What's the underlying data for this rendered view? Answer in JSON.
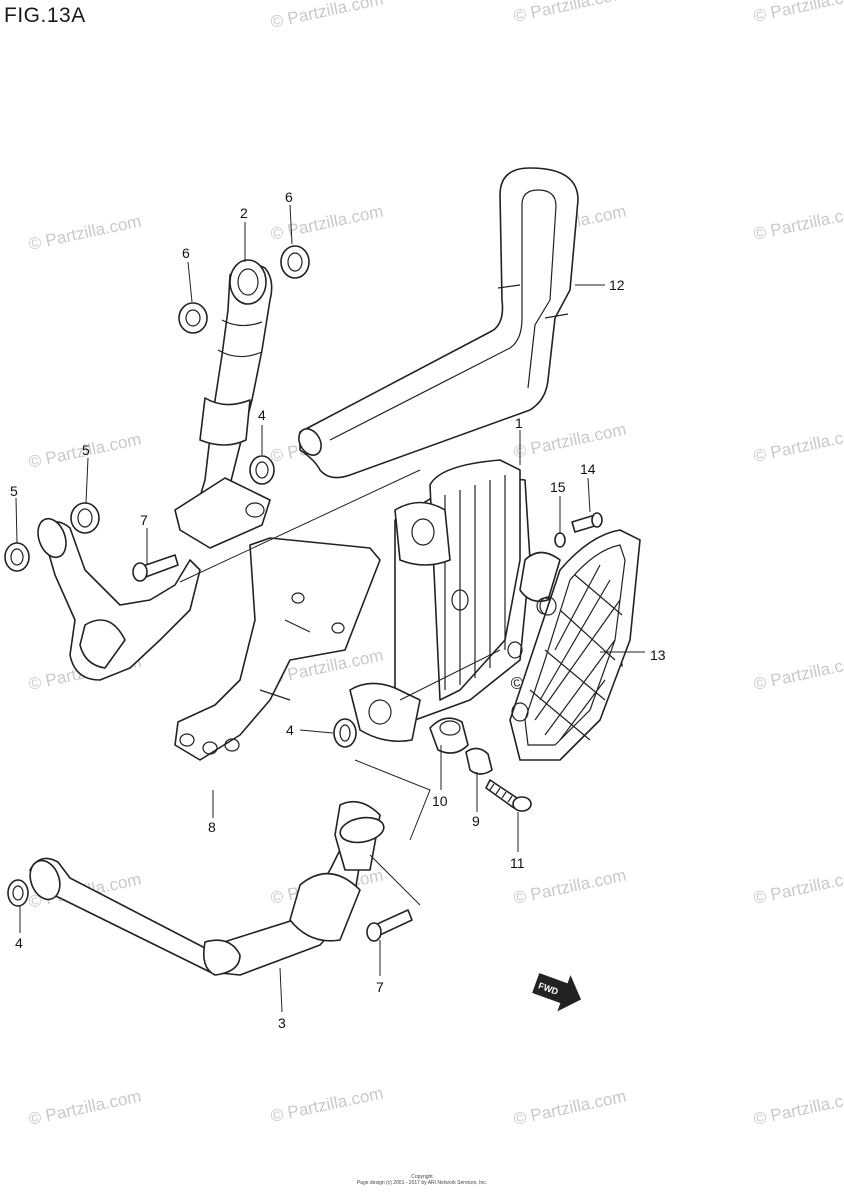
{
  "figure": {
    "title": "FIG.13A"
  },
  "parts": [
    {
      "ref": "1"
    },
    {
      "ref": "2"
    },
    {
      "ref": "3"
    },
    {
      "ref": "4"
    },
    {
      "ref": "4"
    },
    {
      "ref": "4"
    },
    {
      "ref": "5"
    },
    {
      "ref": "5"
    },
    {
      "ref": "6"
    },
    {
      "ref": "6"
    },
    {
      "ref": "7"
    },
    {
      "ref": "7"
    },
    {
      "ref": "8"
    },
    {
      "ref": "9"
    },
    {
      "ref": "10"
    },
    {
      "ref": "11"
    },
    {
      "ref": "12"
    },
    {
      "ref": "13"
    },
    {
      "ref": "14"
    },
    {
      "ref": "15"
    }
  ],
  "watermark": {
    "text": "© Partzilla.com"
  },
  "fwd_marker": {
    "label": "FWD"
  },
  "footer": {
    "line1": "Copyright",
    "line2": "Page design (c) 2001 - 2017 by ARI Network Services, Inc."
  }
}
